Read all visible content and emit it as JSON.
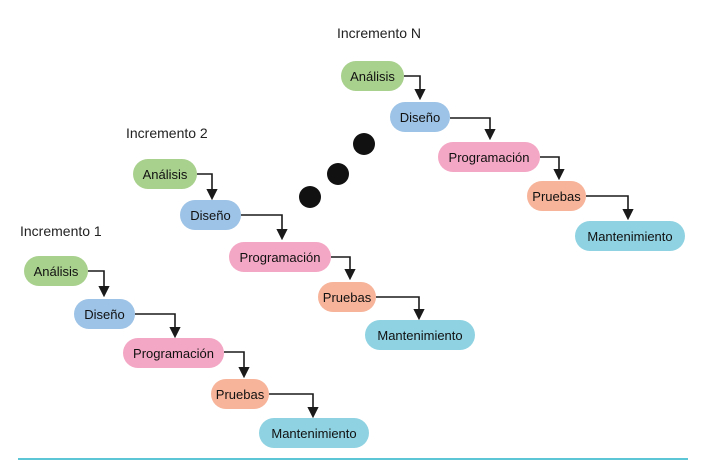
{
  "colors": {
    "analisis": "#a9d18e",
    "diseno": "#9dc3e6",
    "programacion": "#f4a7c4",
    "pruebas": "#f7b49a",
    "mantenimiento": "#8fd3e2",
    "arrow": "#1a1a1a",
    "dots": "#111111",
    "baseline": "#5cc6d6"
  },
  "increments": [
    {
      "title": "Incremento 1",
      "phases": [
        "Análisis",
        "Diseño",
        "Programación",
        "Pruebas",
        "Mantenimiento"
      ]
    },
    {
      "title": "Incremento 2",
      "phases": [
        "Análisis",
        "Diseño",
        "Programación",
        "Pruebas",
        "Mantenimiento"
      ]
    },
    {
      "title": "Incremento N",
      "phases": [
        "Análisis",
        "Diseño",
        "Programación",
        "Pruebas",
        "Mantenimiento"
      ]
    }
  ]
}
